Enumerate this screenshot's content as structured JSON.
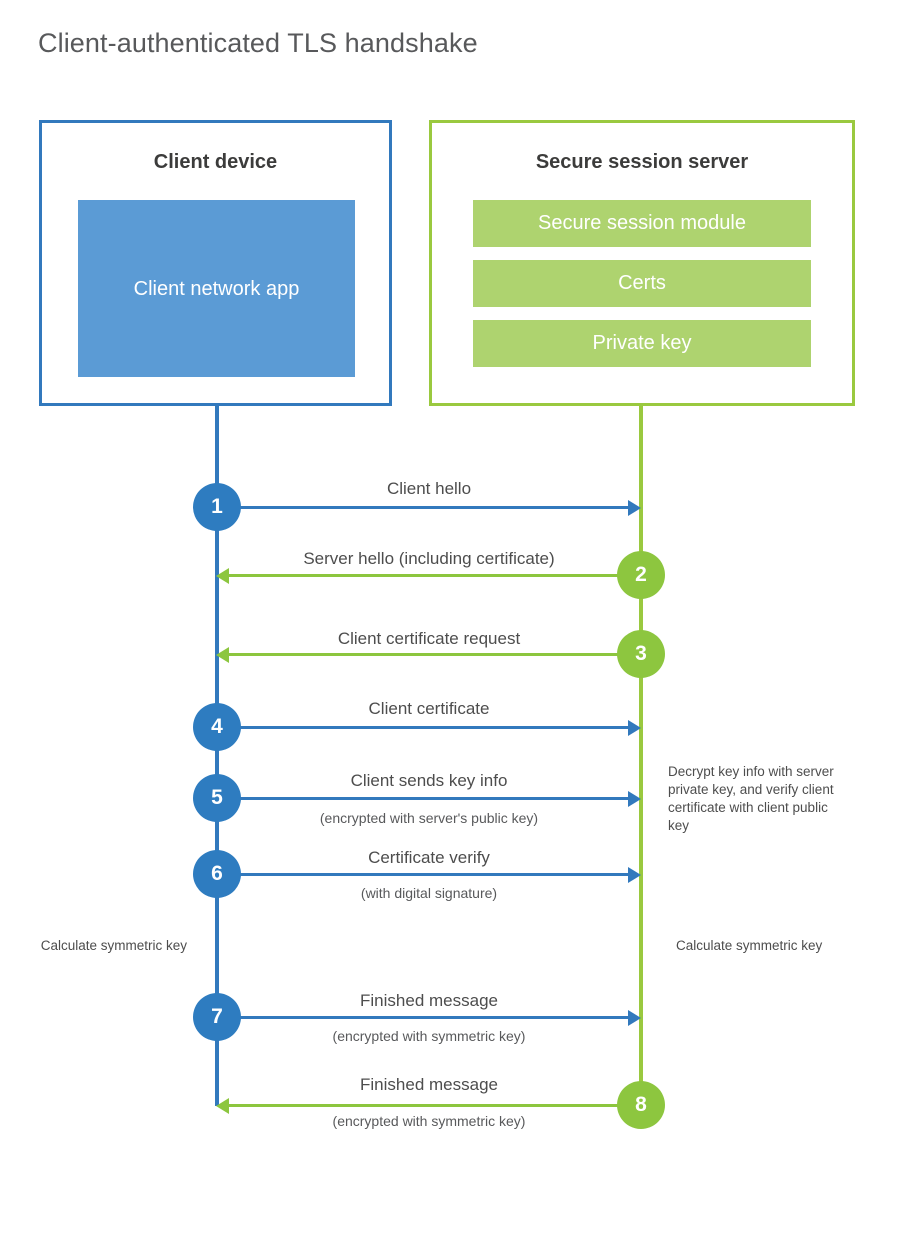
{
  "title": "Client-authenticated TLS handshake",
  "colors": {
    "client_accent": "#3279bd",
    "client_fill": "#5b9bd5",
    "client_circle": "#2e7cc0",
    "server_accent": "#9ac93f",
    "server_fill": "#aed36f",
    "server_circle": "#8dc63f",
    "text": "#4d4d4d",
    "title_text": "#58595b",
    "background": "#ffffff"
  },
  "client_box": {
    "title": "Client device",
    "app_label": "Client network app"
  },
  "server_box": {
    "title": "Secure session server",
    "items": [
      {
        "label": "Secure session module"
      },
      {
        "label": "Certs"
      },
      {
        "label": "Private key"
      }
    ]
  },
  "steps": [
    {
      "number": "1",
      "label": "Client hello",
      "sublabel": "",
      "direction": "client-to-server",
      "color": "blue"
    },
    {
      "number": "2",
      "label": "Server hello (including certificate)",
      "sublabel": "",
      "direction": "server-to-client",
      "color": "green"
    },
    {
      "number": "3",
      "label": "Client certificate request",
      "sublabel": "",
      "direction": "server-to-client",
      "color": "green"
    },
    {
      "number": "4",
      "label": "Client certificate",
      "sublabel": "",
      "direction": "client-to-server",
      "color": "blue"
    },
    {
      "number": "5",
      "label": "Client sends key info",
      "sublabel": "(encrypted with server's public key)",
      "direction": "client-to-server",
      "color": "blue"
    },
    {
      "number": "6",
      "label": "Certificate verify",
      "sublabel": "(with digital signature)",
      "direction": "client-to-server",
      "color": "blue"
    },
    {
      "number": "7",
      "label": "Finished message",
      "sublabel": "(encrypted with symmetric key)",
      "direction": "client-to-server",
      "color": "blue"
    },
    {
      "number": "8",
      "label": "Finished message",
      "sublabel": "(encrypted with symmetric key)",
      "direction": "server-to-client",
      "color": "green"
    }
  ],
  "notes": {
    "server_decrypt": "Decrypt key info with server private key, and verify client certificate with client public key",
    "client_calculate": "Calculate symmetric key",
    "server_calculate": "Calculate symmetric key"
  }
}
